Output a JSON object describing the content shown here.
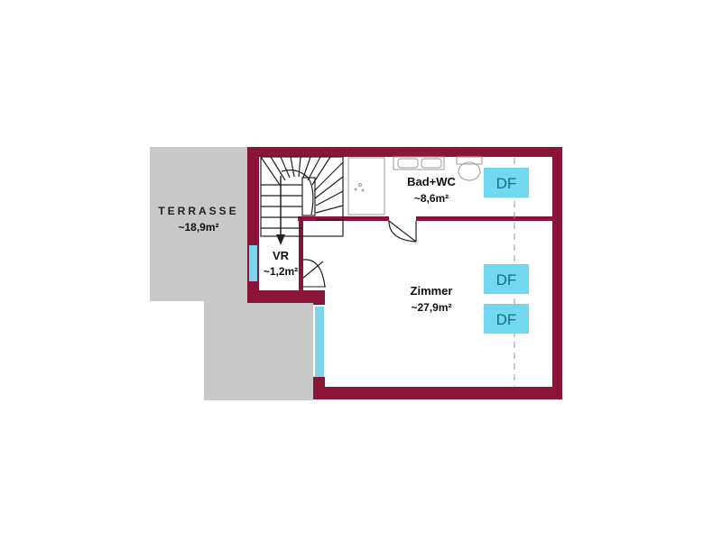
{
  "colors": {
    "wall": "#8b1538",
    "terrace": "#c8c8c8",
    "window": "#7fd6ea",
    "df_fill": "#72d8f0",
    "df_text": "#1b6d88",
    "line": "#222222",
    "fixture": "#9a9a9a"
  },
  "terrace": {
    "name": "TERRASSE",
    "area": "~18,9m²"
  },
  "rooms": {
    "bad": {
      "name": "Bad+WC",
      "area": "~8,6m²"
    },
    "vr": {
      "name": "VR",
      "area": "~1,2m²"
    },
    "zimmer": {
      "name": "Zimmer",
      "area": "~27,9m²"
    }
  },
  "skylights": [
    {
      "label": "DF"
    },
    {
      "label": "DF"
    },
    {
      "label": "DF"
    }
  ],
  "icons": {
    "stairs": "staircase-icon",
    "toilet": "toilet-icon",
    "sink": "double-sink-icon",
    "shower": "shower-icon"
  }
}
